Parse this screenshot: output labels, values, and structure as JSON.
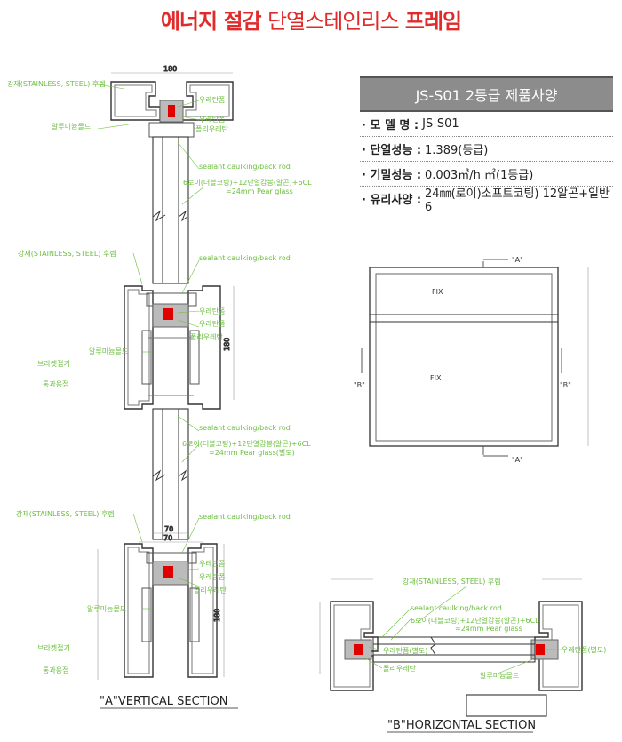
{
  "title": {
    "part1": "에너지 절감",
    "part2": "단열스테인리스",
    "part3": "프레임"
  },
  "spec": {
    "header": "JS-S01 2등급 제품사양",
    "rows": [
      {
        "key": "· 모 델 명 :",
        "value": "JS-S01"
      },
      {
        "key": "· 단열성능 :",
        "value": "1.389(등급)"
      },
      {
        "key": "· 기밀성능 :",
        "value": "0.003㎥/h ㎡(1등급)"
      },
      {
        "key": "· 유리사양 :",
        "value": "24㎜(로이)소프트코팅) 12알곤+일반6"
      }
    ]
  },
  "vertical_section": {
    "caption": "\"A\"VERTICAL SECTION",
    "labels": {
      "steel_top": "강재(STAINLESS, STEEL) 후렘",
      "alu_mold_top": "알루미늄몰드",
      "rain_tape1": "우레탄폼",
      "rain_tape2": "우레탄폼",
      "polyurethane_top": "폴리우레탄",
      "sealant1": "sealant caulking/back rod",
      "glass1_a": "6로이(더블코팅)+12단열감봉(알곤)+6CL",
      "glass1_b": "=24mm Pear glass",
      "steel_mid": "강재(STAINLESS, STEEL) 후렘",
      "sealant2": "sealant caulking/back rod",
      "urethane_mid": "우레탄폼",
      "urethane_mid2": "우레탄폼",
      "poly_mid": "폴리우레탄",
      "alu_mold_mid": "알루미늄몰드",
      "bracket_mid": "브라켓접기",
      "weld_mid": "통과용접",
      "sealant3": "sealant caulking/back rod",
      "glass2_a": "6로이(더블코팅)+12단열감봉(알곤)+6CL",
      "glass2_b": "=24mm Pear glass(별도)",
      "steel_bot": "강재(STAINLESS, STEEL) 후렘",
      "sealant4": "sealant caulking/back rod",
      "urethane_bot": "우레탄폼",
      "urethane_bot2": "우레탄폼",
      "poly_bot": "폴리우레탄",
      "alu_mold_bot": "알루미늄몰드",
      "bracket_bot": "브라켓접기",
      "weld_bot": "통과용접",
      "dim_top": "180",
      "dim_mid": "180",
      "dim_mid2": "70",
      "dim_bot": "70",
      "dim_bot_v": "180"
    }
  },
  "elevation": {
    "fix_top": "FIX",
    "fix_bottom": "FIX",
    "a_top": "\"A\"",
    "a_bottom": "\"A\"",
    "b_left": "\"B\"",
    "b_right": "\"B\""
  },
  "horizontal_section": {
    "caption": "\"B\"HORIZONTAL SECTION",
    "labels": {
      "steel": "강재(STAINLESS, STEEL) 후렘",
      "sealant": "sealant caulking/back rod",
      "glass_a": "6로이(더블코팅)+12단열감봉(알곤)+6CL",
      "glass_b": "=24mm Pear glass",
      "rain_left": "우레탄폼(별도)",
      "rain_right": "우레탄폼(별도)",
      "poly": "폴리우레탄",
      "alu_mold": "알루미늄몰드"
    }
  },
  "colors": {
    "title_red": "#e12a2a",
    "label_green": "#6abf3c",
    "spec_header": "#8c8c8c",
    "seal_red": "#e00000"
  }
}
